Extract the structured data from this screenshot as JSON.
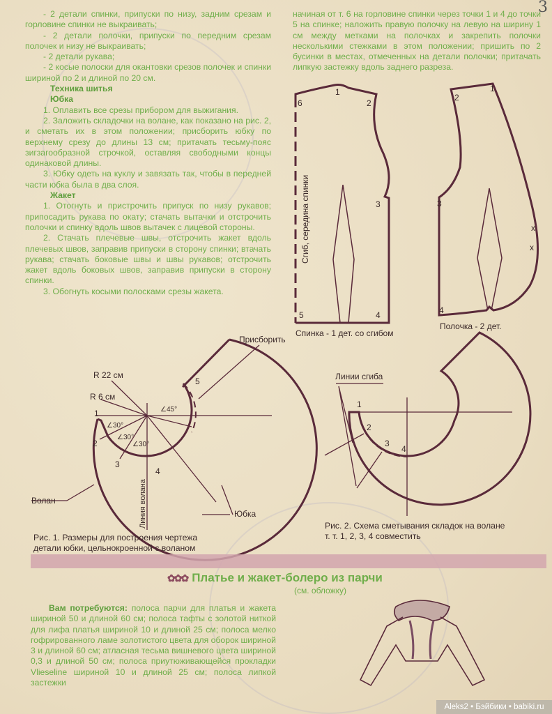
{
  "page_number": "3",
  "left_column": {
    "list_items": [
      "- 2 детали спинки, припуски по низу, задним срезам и горловине спинки не выкраивать;",
      "- 2 детали полочки, припуски по передним срезам полочек и низу не выкраивать;",
      "- 2 детали рукава;",
      "- 2 косые полоски для окантовки срезов полочек и спинки шириной по 2 и длиной по 20 см."
    ],
    "heading_technique": "Техника шитья",
    "heading_skirt": "Юбка",
    "skirt_steps": [
      "1. Оплавить все срезы прибором для выжигания.",
      "2. Заложить складочки на волане, как показано на рис. 2, и сметать их в этом положении; присборить юбку по верхнему срезу до длины 13 см; притачать тесьму-пояс зигзагообразной строчкой, оставляя свободными концы одинаковой длины.",
      "3. Юбку одеть на куклу и завязать так, чтобы в передней части юбка была в два слоя."
    ],
    "heading_jacket": "Жакет",
    "jacket_steps": [
      "1. Отогнуть и пристрочить припуск по низу рукавов; припосадить рукава по окату; стачать вытачки и отстрочить полочки и спинку вдоль швов вытачек с лицевой стороны.",
      "2. Стачать плечевые швы, отстрочить жакет вдоль плечевых швов, заправив припуски в сторону спинки; втачать рукава; стачать боковые швы и швы рукавов; отстрочить жакет вдоль боковых швов, заправив припуски в сторону спинки.",
      "3. Обогнуть косыми полосками срезы жакета."
    ]
  },
  "right_column": {
    "continuation": "начиная от т. 6 на горловине спинки через точки 1 и 4 до точки 5 на спинке; наложить правую полочку на левую на ширину 1 см между метками на полочках и закрепить полочки несколькими стежками в этом положении; пришить по 2 бусинки в местах, отмеченных на детали полочки; притачать липкую застежку вдоль заднего разреза."
  },
  "pattern_back": {
    "points": [
      "1",
      "2",
      "3",
      "4",
      "5",
      "6"
    ],
    "fold_label": "Сгиб, середина спинки",
    "caption": "Спинка - 1 дет. со сгибом"
  },
  "pattern_front": {
    "points": [
      "1",
      "2",
      "3",
      "4"
    ],
    "bead_marks": [
      "x",
      "x"
    ],
    "caption": "Полочка - 2 дет."
  },
  "figure1": {
    "label_gather": "Присборить",
    "label_r22": "R 22 см",
    "label_r6": "R 6 см",
    "angles": [
      "∠45°",
      "∠30°",
      "∠30°",
      "∠30°"
    ],
    "points": [
      "1",
      "2",
      "3",
      "4",
      "5"
    ],
    "label_flounce": "Волан",
    "label_flounce_line": "Линия волана",
    "label_skirt": "Юбка",
    "caption_line1": "Рис. 1. Размеры для построения чертежа",
    "caption_line2": "детали юбки, цельнокроенной с воланом"
  },
  "figure2": {
    "label_fold_lines": "Линии сгиба",
    "points": [
      "1",
      "2",
      "3",
      "4"
    ],
    "caption_line1": "Рис. 2. Схема сметывания складок на волане",
    "caption_line2": "т. т. 1, 2, 3, 4 совместить"
  },
  "section": {
    "title": "Платье и жакет-болеро из парчи",
    "title_icon": "flower-bullets-icon",
    "subtitle": "(см. обложку)",
    "materials_heading": "Вам потребуются:",
    "materials_text": "полоса парчи для платья и жакета шириной 50 и длиной 60 см; полоса тафты с золотой ниткой для лифа платья шириной 10 и длиной 25 см; полоса мелко гофрированного ламе золотистого цвета для оборок шириной 3 и длиной 60 см; атласная тесьма вишневого цвета шириной 0,3 и длиной 50 см; полоса приутюживающейся прокладки Vlieseline шириной 10 и длиной 25 см; полоса липкой застежки"
  },
  "watermark": "Aleks2 • Бэйбики • babiki.ru",
  "colors": {
    "paper": "#ede1c8",
    "text_green": "#6fae4a",
    "line_maroon": "#5a2a3a",
    "band_pink": "#d2a6ae"
  }
}
